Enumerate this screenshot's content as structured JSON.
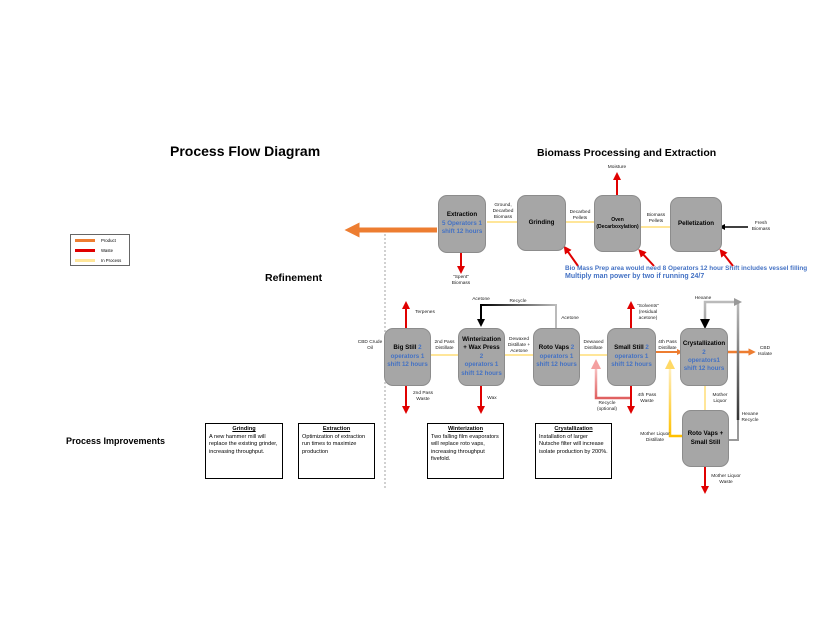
{
  "title": "Process Flow Diagram",
  "sections": {
    "biomass": "Biomass Processing and Extraction",
    "refinement": "Refinement",
    "improvements": "Process Improvements"
  },
  "colors": {
    "product": "#ed7d31",
    "waste": "#e00000",
    "in_process": "#ffe699",
    "box_fill": "#a6a6a6",
    "operator_text": "#4472c4"
  },
  "legend": [
    {
      "label": "Product",
      "color": "#ed7d31"
    },
    {
      "label": "Waste",
      "color": "#e00000"
    },
    {
      "label": "In Process",
      "color": "#ffe699"
    }
  ],
  "biomass_boxes": {
    "extraction": {
      "name": "Extraction",
      "ops": "5 Operators 1 shift 12 hours"
    },
    "grinding": {
      "name": "Grinding"
    },
    "oven": {
      "name": "Oven (Decarboxylation)"
    },
    "pelletization": {
      "name": "Pelletization"
    }
  },
  "biomass_labels": {
    "ground_decarbed": "Ground, Decarbed Biomass",
    "decarbed_pellets": "Decarbed Pellets",
    "biomass_pellets": "Biomass Pellets",
    "fresh_biomass": "Fresh Biomass",
    "moisture": "Moisture",
    "spent_biomass": "\"Spent\" Biomass"
  },
  "notes": {
    "line1": "Bio Mass Prep area would need 8 Operators 12 hour Shift includes vessel filling",
    "line2": "Multiply man power by two if running 24/7"
  },
  "refine_boxes": {
    "big_still": {
      "name": "Big Still",
      "num": "2",
      "ops": "operators 1 shift 12 hours"
    },
    "winterization": {
      "name": "Winterization + Wax Press",
      "num": "2",
      "ops": "operators 1 shift 12 hours"
    },
    "roto_vaps": {
      "name": "Roto Vaps",
      "num": "2",
      "ops": "operators 1 shift 12 hours"
    },
    "small_still": {
      "name": "Small Still",
      "num": "2",
      "ops": "operators 1 shift 12 hours"
    },
    "crystallization": {
      "name": "Crystallization",
      "num": "2",
      "ops": "operators1 shift 12 hours"
    },
    "roto_small": {
      "name": "Roto Vaps + Small Still"
    }
  },
  "refine_labels": {
    "cbd_crude": "CBD Crude Oil",
    "terpenes": "Terpenes",
    "second_pass_distillate": "2nd Pass Distillate",
    "second_pass_waste": "2nd Pass Waste",
    "acetone_in": "Acetone",
    "recycle": "Recycle",
    "acetone_out": "Acetone",
    "dewaxed_acetone": "Dewaxed Distillate + Acetone",
    "wax": "Wax",
    "dewaxed_distillate": "Dewaxed Distillate",
    "solvents": "\"Solvents\" (residual acetone)",
    "recycle_optional": "Recycle (optional)",
    "fourth_pass_waste": "4th Pass Waste",
    "fourth_pass_distillate": "4th Pass Distillate",
    "hexane": "Hexane",
    "cbd_isolate": "CBD Isolate",
    "mother_liquor": "Mother Liquor",
    "hexane_recycle": "Hexane Recycle",
    "mother_liquor_distillate": "Mother Liquor Distillate",
    "mother_liquor_waste": "Mother Liquor Waste"
  },
  "improvements": [
    {
      "heading": "Grinding",
      "text": "A new hammer mill will replace the existing grinder, increasing throughput."
    },
    {
      "heading": "Extraction",
      "text": "Optimization of extraction run times to maximize production"
    },
    {
      "heading": "Winterization",
      "text": "Two falling film evaporators will replace roto vaps, increasing throughput fivefold."
    },
    {
      "heading": "Crystallization",
      "text": "Installation of larger Nutsche filter will increase isolate production by 200%."
    }
  ]
}
